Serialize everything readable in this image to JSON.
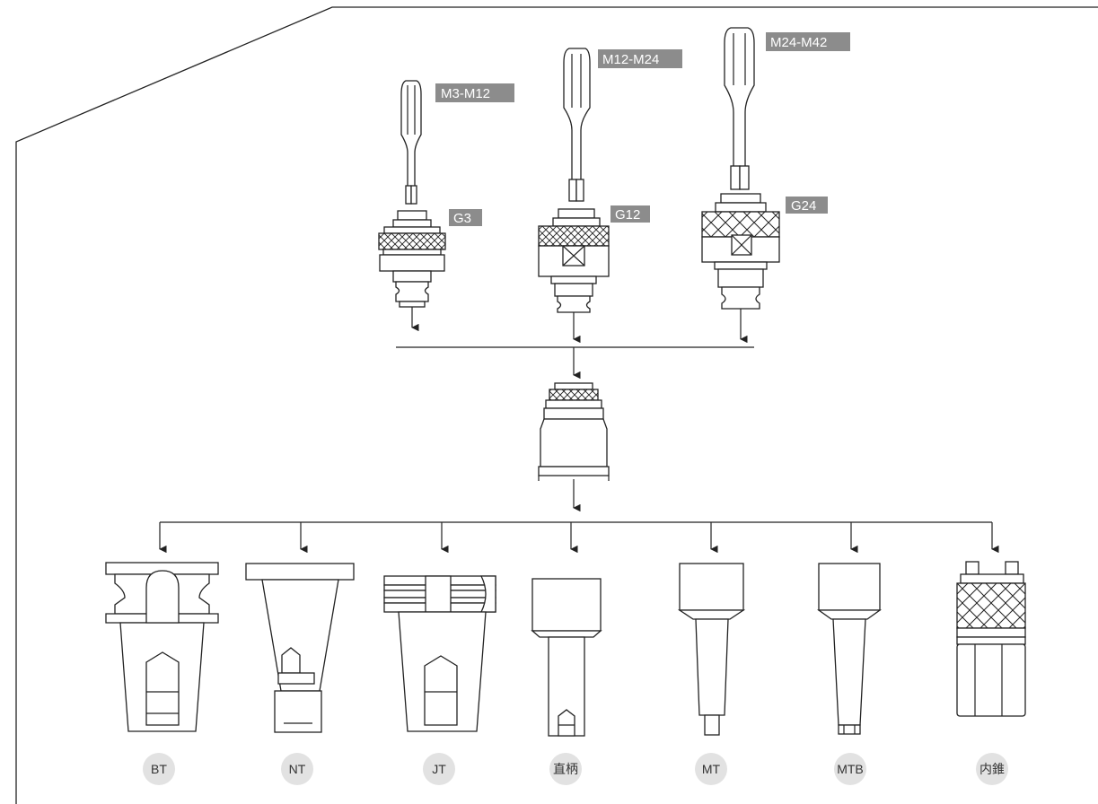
{
  "colors": {
    "tag_bg": "#8c8c8c",
    "tag_text": "#ffffff",
    "badge_bg": "#e2e2e2",
    "badge_text": "#333333",
    "line": "#222222"
  },
  "taps": [
    {
      "range_label": "M3-M12",
      "holder_label": "G3"
    },
    {
      "range_label": "M12-M24",
      "holder_label": "G12"
    },
    {
      "range_label": "M24-M42",
      "holder_label": "G24"
    }
  ],
  "shanks": [
    {
      "label": "BT"
    },
    {
      "label": "NT"
    },
    {
      "label": "JT"
    },
    {
      "label": "直柄"
    },
    {
      "label": "MT"
    },
    {
      "label": "MTB"
    },
    {
      "label": "内錐"
    }
  ]
}
